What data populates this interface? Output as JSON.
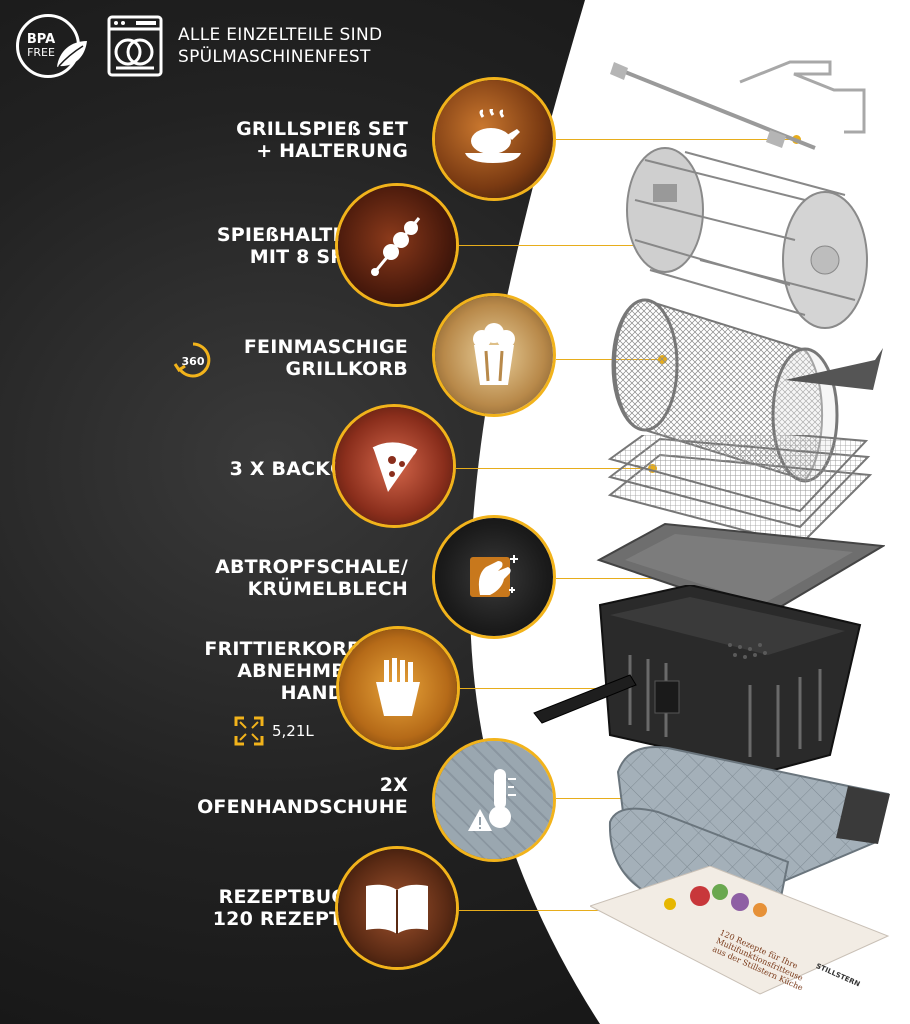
{
  "header": {
    "bpa_line1": "BPA",
    "bpa_line2": "FREE",
    "dishwasher_line1": "ALLE EINZELTEILE SIND",
    "dishwasher_line2": "SPÜLMASCHINENFEST"
  },
  "features": [
    {
      "line1": "GRILLSPIEß SET",
      "line2": "+ HALTERUNG",
      "icon": "roast-chicken-icon"
    },
    {
      "line1": "SPIEßHALTERUNG",
      "line2": "MIT 8 SPIEßEN",
      "icon": "skewer-icon"
    },
    {
      "line1": "FEINMASCHIGE",
      "line2": "GRILLKORB",
      "icon": "popcorn-icon",
      "badge": "360"
    },
    {
      "line1": "3 X BACKGITTER",
      "line2": "",
      "icon": "pizza-icon"
    },
    {
      "line1": "ABTROPFSCHALE/",
      "line2": "KRÜMELBLECH",
      "icon": "cleaning-hand-icon"
    },
    {
      "line1": "FRITTIERKORB MIT",
      "line2": "ABNEHMBAREM",
      "line3": "HANDGRIFF",
      "icon": "fries-icon",
      "size": "5,21L"
    },
    {
      "line1": "2X",
      "line2": "OFENHANDSCHUHE",
      "icon": "thermometer-icon"
    },
    {
      "line1": "REZEPTBUCH MIT",
      "line2": "120 REZEPTIDEEN",
      "icon": "book-icon"
    }
  ],
  "recipe_book": {
    "title_line1": "120 Rezepte für Ihre",
    "title_line2": "Multifunktionsfritteuse",
    "title_line3": "aus der Stillstern Küche",
    "brand": "STILLSTERN"
  },
  "colors": {
    "accent": "#f2b31b",
    "dark_bg": "#1a1a1a",
    "light_bg": "#ffffff"
  }
}
